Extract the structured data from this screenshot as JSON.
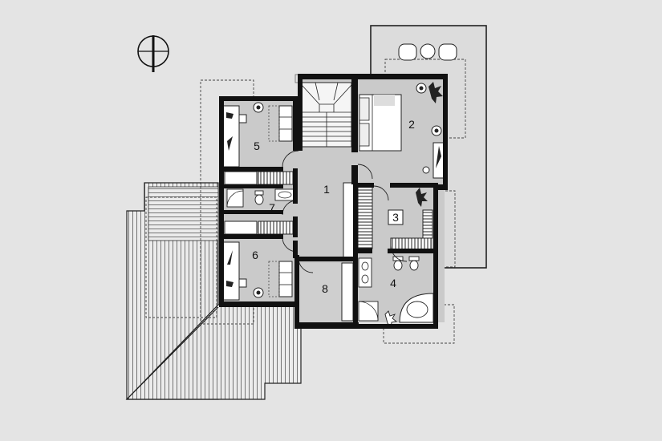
{
  "rooms": [
    {
      "id": "room-1",
      "label": "1"
    },
    {
      "id": "room-2",
      "label": "2"
    },
    {
      "id": "room-3",
      "label": "3"
    },
    {
      "id": "room-4",
      "label": "4"
    },
    {
      "id": "room-5",
      "label": "5"
    },
    {
      "id": "room-6",
      "label": "6"
    },
    {
      "id": "room-7",
      "label": "7"
    },
    {
      "id": "room-8",
      "label": "8"
    }
  ],
  "colors": {
    "background": "#e4e4e4",
    "floor": "#c9c9c9",
    "wall": "#111111",
    "line": "#333333",
    "terrace": "#d9d9d9",
    "roof": "#e9e9e9"
  },
  "icons": [
    "north-arrow-icon",
    "stair-icon",
    "bed-icon",
    "sofa-icon",
    "desk-icon",
    "plant-icon",
    "toilet-icon",
    "bathtub-icon",
    "shower-icon",
    "sink-icon",
    "wardrobe-icon",
    "table-chairs-icon"
  ]
}
